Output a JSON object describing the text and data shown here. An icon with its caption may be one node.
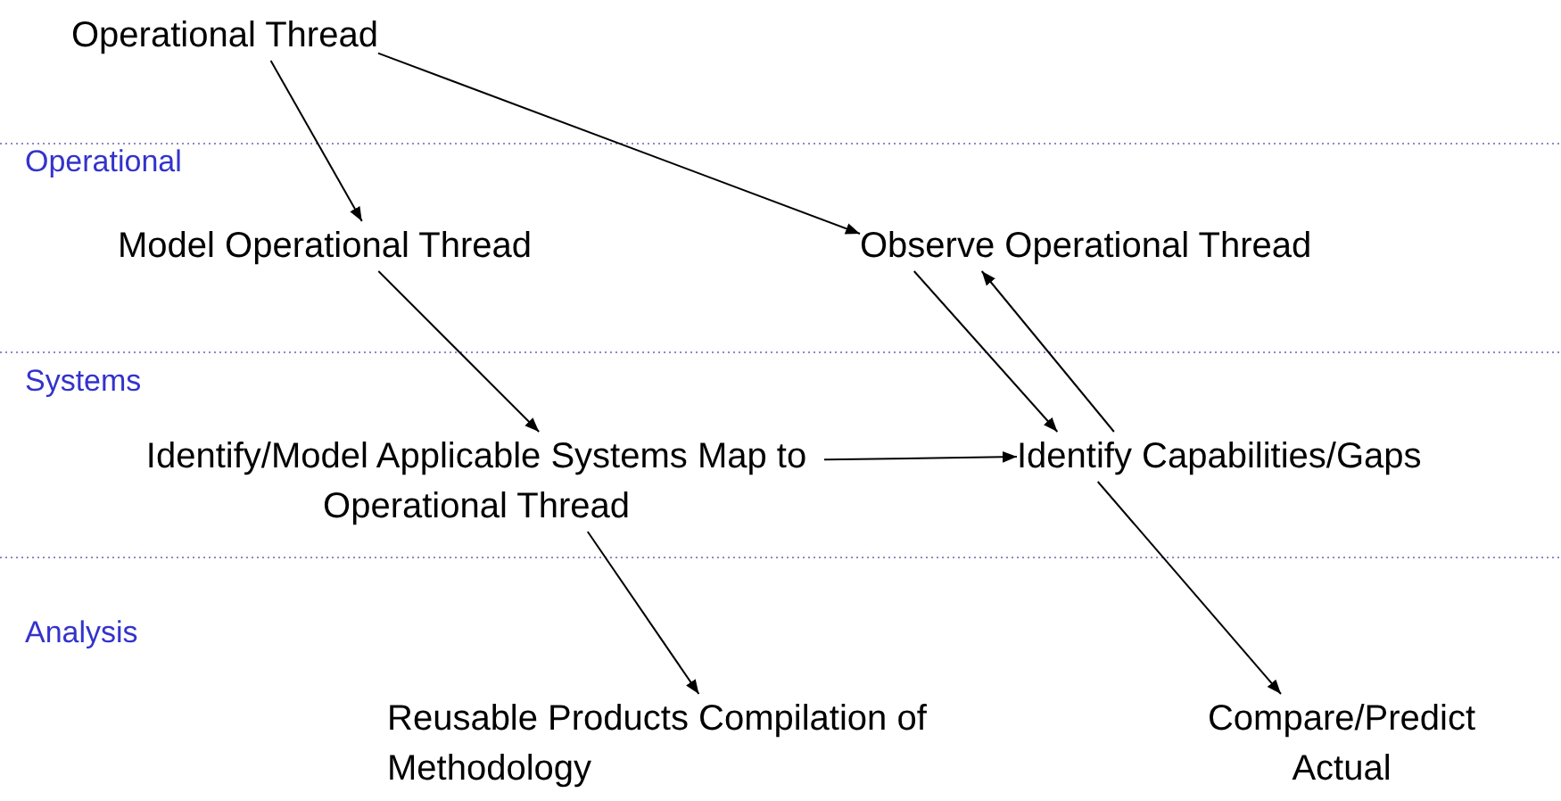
{
  "diagram": {
    "nodes": [
      {
        "text": [
          "Operational Thread"
        ]
      },
      {
        "text": [
          "Model Operational Thread"
        ]
      },
      {
        "text": [
          "Observe Operational Thread"
        ]
      },
      {
        "text": [
          "Identify/Model Applicable Systems Map to Operational Thread"
        ]
      },
      {
        "text": [
          "Identify Capabilities/Gaps"
        ]
      },
      {
        "text": [
          "Reusable Products Compilation of Methodology"
        ]
      },
      {
        "text": [
          "Compare/Predict Actual"
        ]
      }
    ],
    "edges": [
      {
        "from": 0,
        "to": 1,
        "arrow": "to"
      },
      {
        "from": 0,
        "to": 2,
        "arrow": "to"
      },
      {
        "from": 1,
        "to": 3,
        "arrow": "to"
      },
      {
        "from": 3,
        "to": 4,
        "arrow": "to"
      },
      {
        "from": 2,
        "to": 4,
        "arrow": "to"
      },
      {
        "from": 4,
        "to": 2,
        "arrow": "to"
      },
      {
        "from": 4,
        "to": 6,
        "arrow": "to"
      },
      {
        "from": 3,
        "to": 5,
        "arrow": "to"
      }
    ],
    "labels": [
      "Operational",
      "Systems",
      "Analysis"
    ]
  }
}
